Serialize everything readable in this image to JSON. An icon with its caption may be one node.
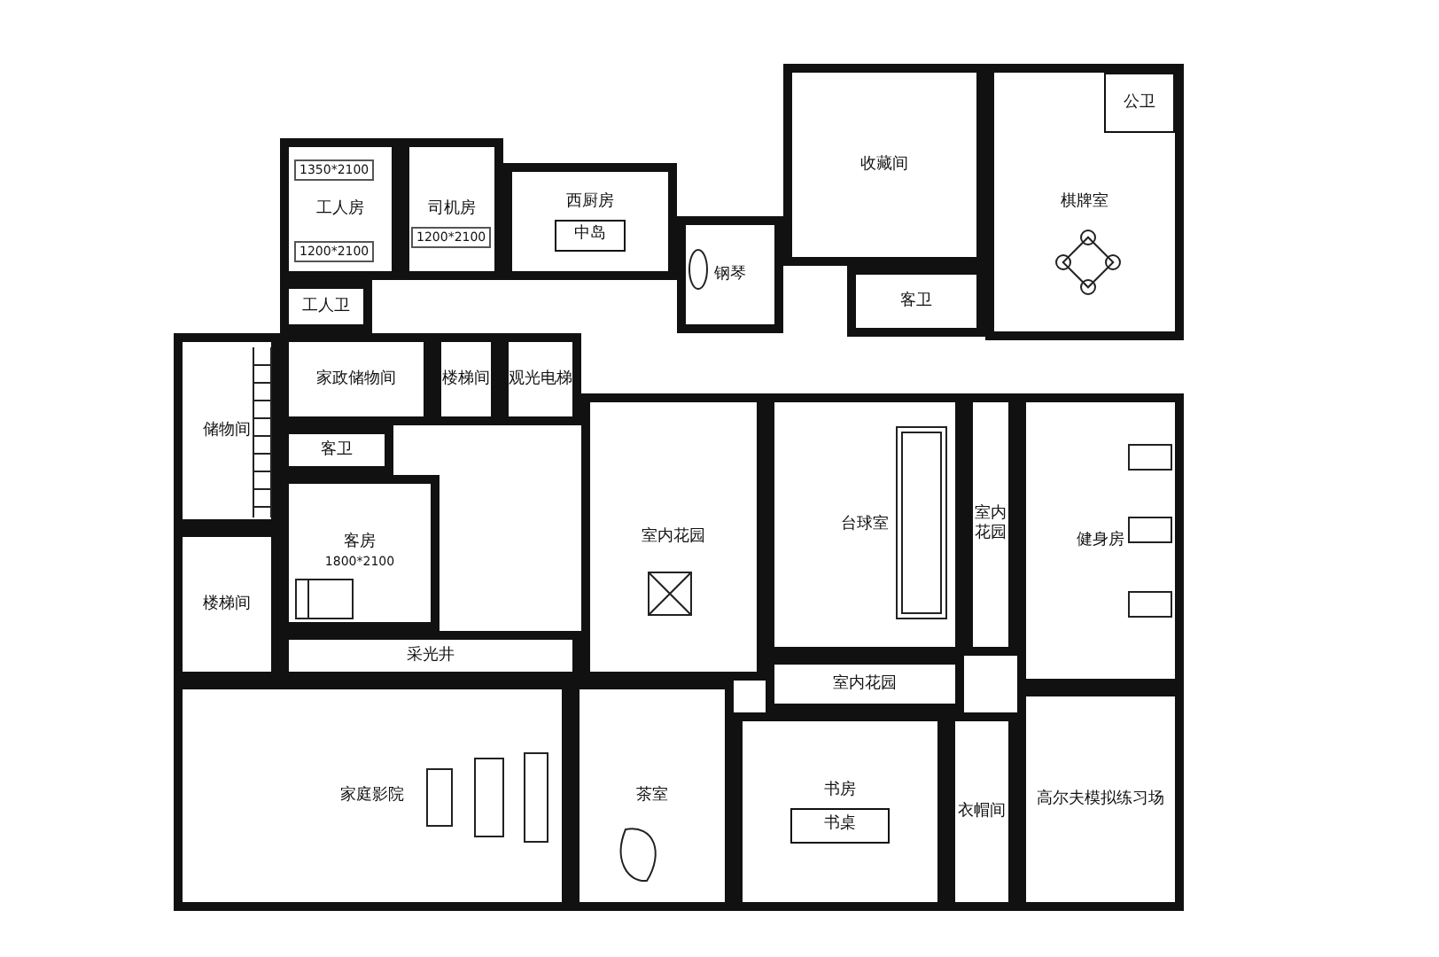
{
  "diagram": {
    "nodes": [
      {
        "text": [
          "工人房"
        ]
      },
      {
        "text": [
          "司机房"
        ]
      },
      {
        "text": [
          "工人卫"
        ]
      },
      {
        "text": [
          "西厨房"
        ]
      },
      {
        "text": [
          "中岛"
        ],
        "in": 3
      },
      {
        "text": [
          "钢琴"
        ]
      },
      {
        "text": [
          "收藏间"
        ]
      },
      {
        "text": [
          "客卫"
        ]
      },
      {
        "text": [
          "棋牌室"
        ]
      },
      {
        "text": [
          "公卫"
        ],
        "in": 8
      },
      {
        "text": [
          "储物间"
        ]
      },
      {
        "text": [
          "楼梯间"
        ]
      },
      {
        "text": [
          "家政储物间"
        ]
      },
      {
        "text": [
          "楼梯间"
        ]
      },
      {
        "text": [
          "观光电梯"
        ]
      },
      {
        "text": [
          "客卫"
        ]
      },
      {
        "text": [
          "客房",
          "1800*2100"
        ]
      },
      {
        "text": [
          "采光井"
        ]
      },
      {
        "text": [
          "室内花园"
        ]
      },
      {
        "text": [
          "台球室"
        ]
      },
      {
        "text": [
          "室内花园"
        ]
      },
      {
        "text": [
          "健身房"
        ]
      },
      {
        "text": [
          "室内花园"
        ]
      },
      {
        "text": [
          "家庭影院"
        ]
      },
      {
        "text": [
          "茶室"
        ]
      },
      {
        "text": [
          "书房"
        ]
      },
      {
        "text": [
          "书桌"
        ],
        "in": 25
      },
      {
        "text": [
          "衣帽间"
        ]
      },
      {
        "text": [
          "高尔夫模拟练习场"
        ]
      }
    ],
    "labels": [
      "1350*2100",
      "1200*2100",
      "1200*2100"
    ]
  }
}
